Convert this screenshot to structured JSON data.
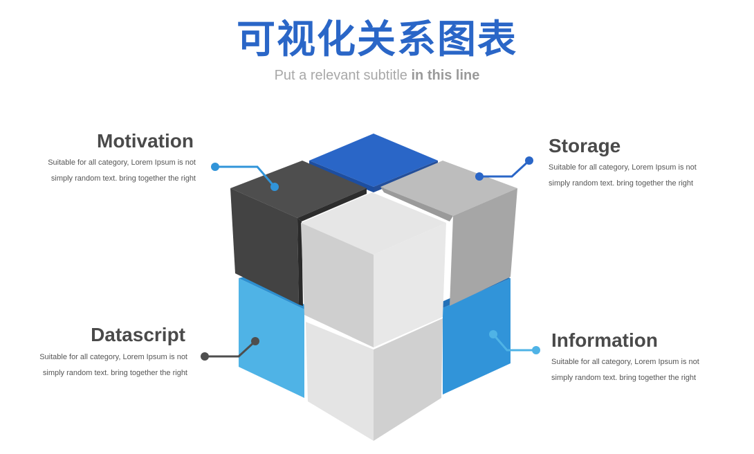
{
  "header": {
    "title": "可视化关系图表",
    "subtitle_regular": "Put a relevant subtitle ",
    "subtitle_bold": "in this line"
  },
  "items": [
    {
      "id": "motivation",
      "title": "Motivation",
      "line1": "Suitable for all category, Lorem Ipsum is not",
      "line2": "simply random text. bring together the right"
    },
    {
      "id": "storage",
      "title": "Storage",
      "line1": "Suitable for all category, Lorem Ipsum is not",
      "line2": "simply random text. bring together the right"
    },
    {
      "id": "datascript",
      "title": "Datascript",
      "line1": "Suitable for all category, Lorem Ipsum is not",
      "line2": "simply random text. bring together the right"
    },
    {
      "id": "information",
      "title": "Information",
      "line1": "Suitable for all category, Lorem Ipsum is not",
      "line2": "simply random text. bring together the right"
    }
  ],
  "colors": {
    "accent_blue": "#2a66c7",
    "light_blue": "#4fb3e6",
    "mid_blue": "#3194d9",
    "dark_gray": "#434343",
    "light_gray": "#bdbdbd",
    "heading_text": "#4a4a4a"
  }
}
